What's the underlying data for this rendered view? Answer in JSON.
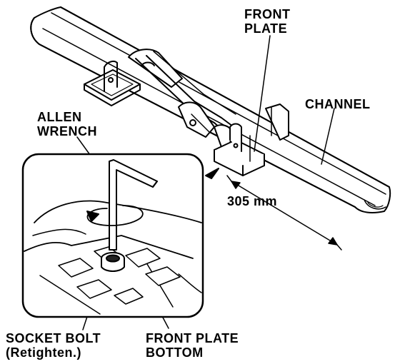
{
  "labels": {
    "front_plate": [
      "FRONT",
      "PLATE"
    ],
    "channel": "CHANNEL",
    "allen_wrench": [
      "ALLEN",
      "WRENCH"
    ],
    "dimension": "305 mm",
    "socket_bolt": [
      "SOCKET BOLT",
      "(Retighten.)"
    ],
    "front_plate_bottom": [
      "FRONT PLATE",
      "BOTTOM"
    ]
  },
  "colors": {
    "ink": "#000000",
    "paper": "#ffffff",
    "shade": "#d9d9d9"
  }
}
